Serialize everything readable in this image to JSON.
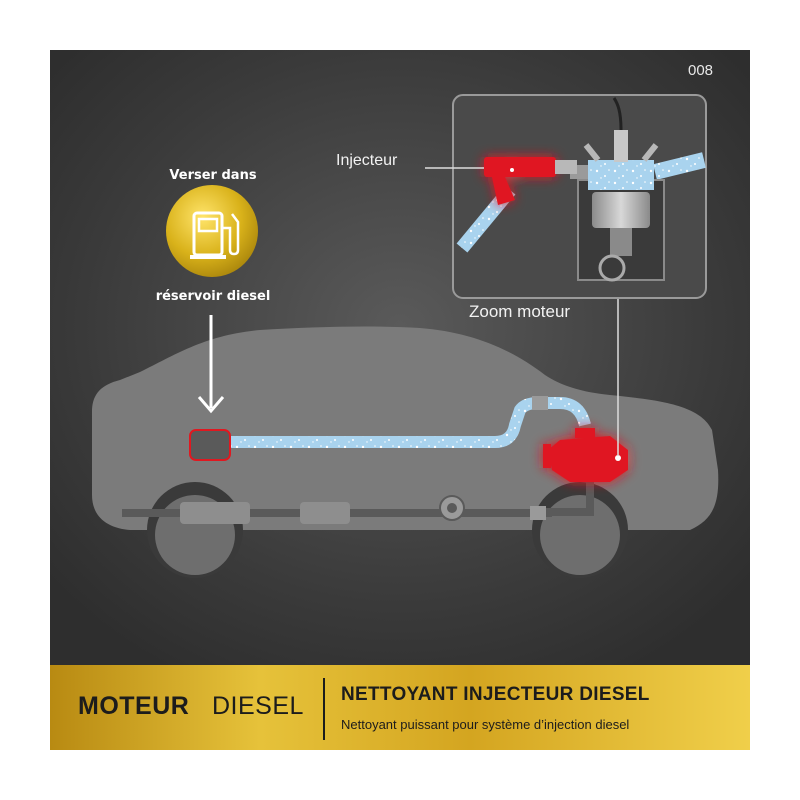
{
  "code": "008",
  "pour": {
    "top": "Verser dans",
    "bottom": "réservoir diesel"
  },
  "zoom": {
    "injector_label": "Injecteur",
    "caption": "Zoom moteur"
  },
  "banner": {
    "brand_bold": "MOTEUR",
    "brand_light": "DIESEL",
    "title": "NETTOYANT INJECTEUR DIESEL",
    "subtitle": "Nettoyant puissant pour système d’injection diesel"
  },
  "colors": {
    "background": "#3a3a3a",
    "car": "#7b7b7b",
    "fuel": "#a9d3ee",
    "engine_red": "#e01820",
    "banner_gold": "#d4a520",
    "fuel_icon_gold": "#d9b21a"
  },
  "icons": [
    "fuel-pump-icon",
    "down-arrow-icon"
  ]
}
